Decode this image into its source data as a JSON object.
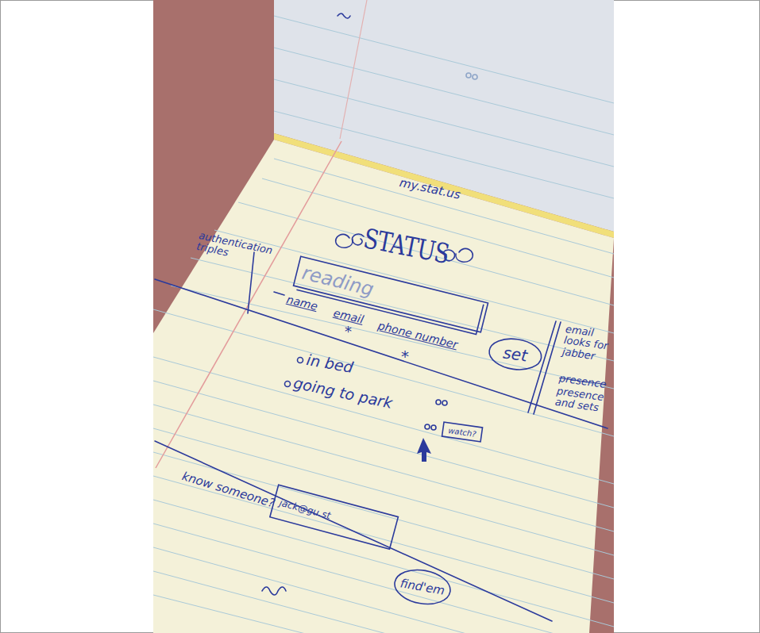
{
  "diagram": {
    "title": "STATUS",
    "nodes": [
      {
        "text": [
          "reading"
        ]
      },
      {
        "text": [
          "set"
        ]
      },
      {
        "text": [
          "watch?"
        ]
      },
      {
        "text": [
          "jack@gu.st"
        ]
      },
      {
        "text": [
          "find'em"
        ]
      }
    ],
    "labels": [
      "my.stat.us",
      "authentication triples",
      "name",
      "email",
      "phone number",
      "*",
      "*",
      "email looks for jabber",
      "presence",
      "presence and sets",
      "in bed",
      "going to park",
      "know someone?"
    ]
  }
}
